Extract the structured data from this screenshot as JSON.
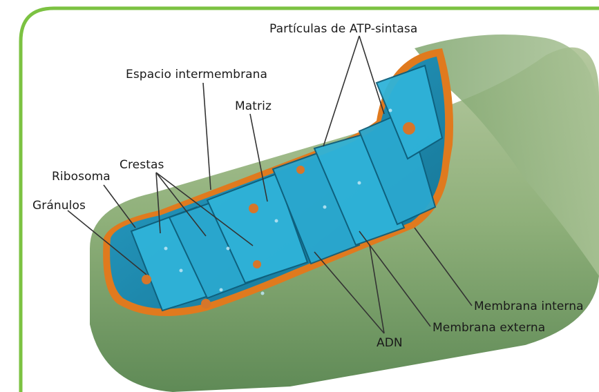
{
  "diagram": {
    "labels": {
      "atp_sintasa": "Partículas de ATP-sintasa",
      "espacio_intermembrana": "Espacio intermembrana",
      "matriz": "Matriz",
      "crestas": "Crestas",
      "ribosoma": "Ribosoma",
      "granulos": "Gránulos",
      "membrana_interna": "Membrana interna",
      "membrana_externa": "Membrana externa",
      "adn": "ADN"
    },
    "colors": {
      "frame": "#7cc242",
      "outer_membrane": "#8fb07a",
      "intermembrane": "#e07a1e",
      "matrix": "#1e8fb5",
      "cristae": "#2aa8cf",
      "granules": "#d6762a"
    }
  }
}
